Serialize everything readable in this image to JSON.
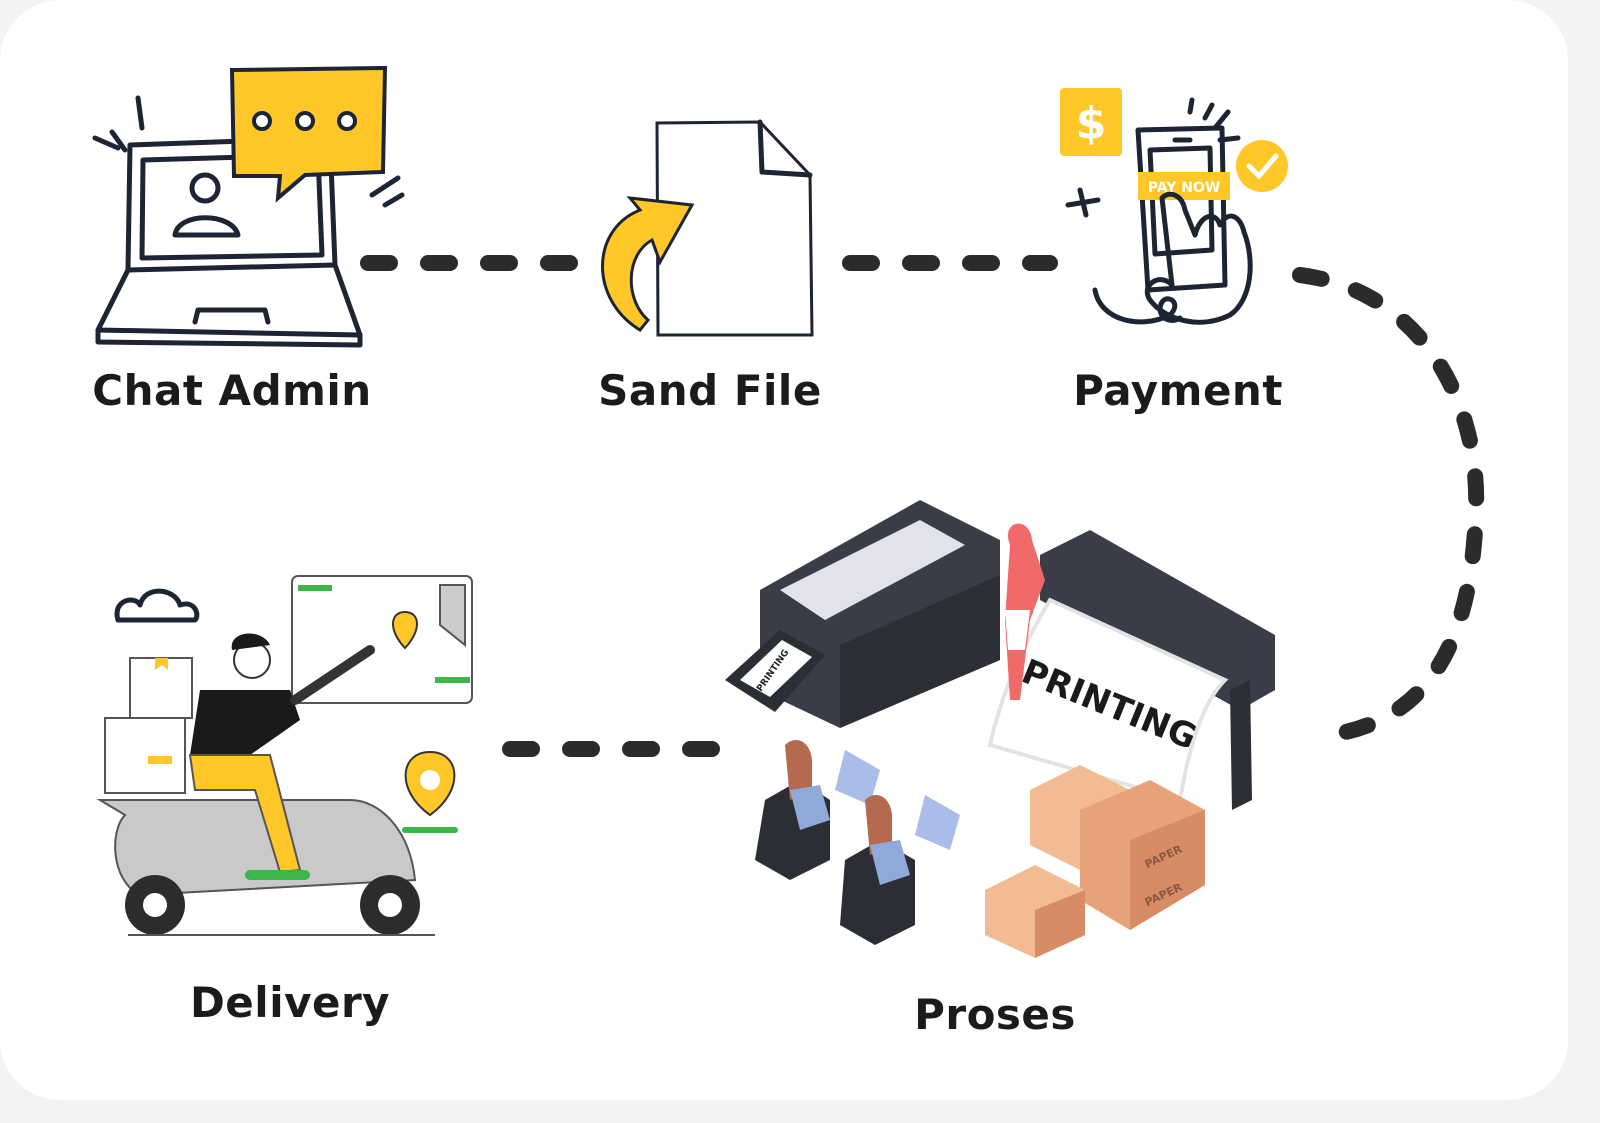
{
  "steps": [
    {
      "label": "Chat Admin",
      "icon": "laptop-chat-icon"
    },
    {
      "label": "Sand File",
      "icon": "file-send-icon"
    },
    {
      "label": "Payment",
      "icon": "phone-payment-icon"
    },
    {
      "label": "Proses",
      "icon": "printing-process-icon"
    },
    {
      "label": "Delivery",
      "icon": "scooter-delivery-icon"
    }
  ],
  "illustration_text": {
    "dollar": "$",
    "pay_now": "PAY NOW",
    "printing_banner": "PRINTING",
    "printing_small": "PRINTING",
    "box1": "PAPER",
    "box2": "PAPER"
  },
  "colors": {
    "accent": "#FFC727",
    "ink": "#1D2433",
    "connector": "#2B2B2B"
  }
}
